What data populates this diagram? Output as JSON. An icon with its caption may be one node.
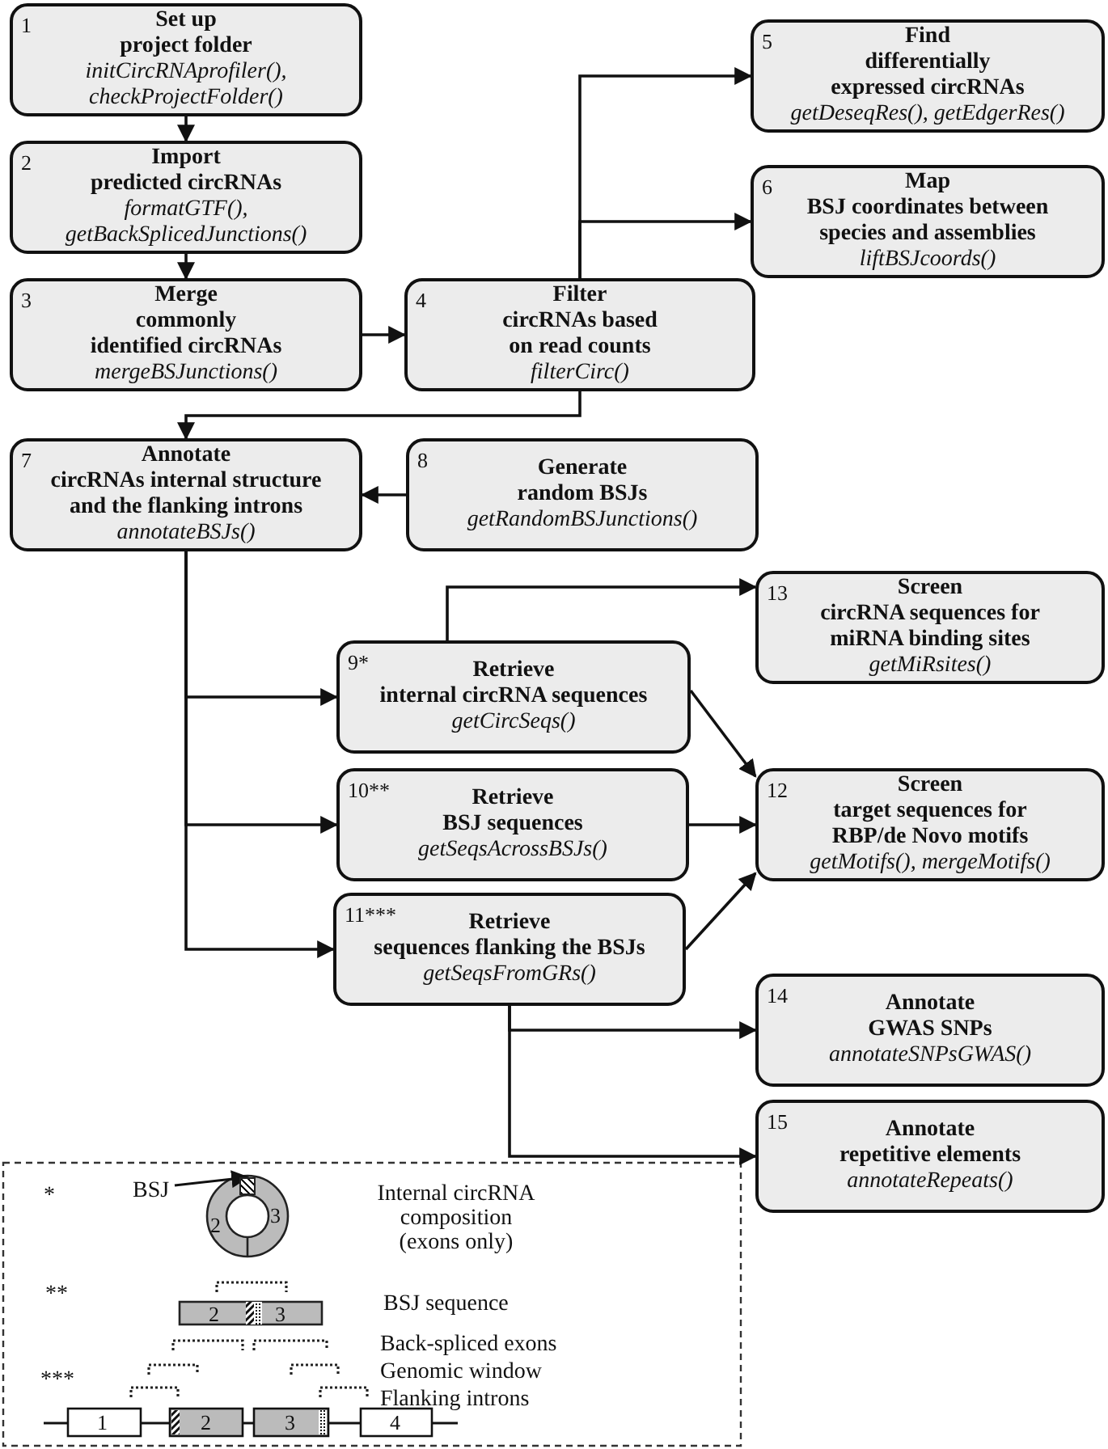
{
  "diagram": {
    "nodes": [
      {
        "text": [
          "1",
          "Set up",
          "project folder",
          "initCircRNAprofiler(), checkProjectFolder()"
        ]
      },
      {
        "text": [
          "2",
          "Import",
          "predicted circRNAs",
          "formatGTF(), getBackSplicedJunctions()"
        ]
      },
      {
        "text": [
          "3",
          "Merge",
          "commonly identified circRNAs",
          "mergeBSJunctions()"
        ]
      },
      {
        "text": [
          "4",
          "Filter",
          "circRNAs based on read counts",
          "filterCirc()"
        ]
      },
      {
        "text": [
          "5",
          "Find",
          "differentially expressed circRNAs",
          "getDeseqRes(), getEdgerRes()"
        ]
      },
      {
        "text": [
          "6",
          "Map",
          "BSJ coordinates between species and assemblies",
          "liftBSJcoords()"
        ]
      },
      {
        "text": [
          "7",
          "Annotate",
          "circRNAs internal structure and the flanking introns",
          "annotateBSJs()"
        ]
      },
      {
        "text": [
          "8",
          "Generate",
          "random BSJs",
          "getRandomBSJunctions()"
        ]
      },
      {
        "text": [
          "9*",
          "Retrieve",
          "internal circRNA sequences",
          "getCircSeqs()"
        ]
      },
      {
        "text": [
          "10**",
          "Retrieve",
          "BSJ sequences",
          "getSeqsAcrossBSJs()"
        ]
      },
      {
        "text": [
          "11***",
          "Retrieve",
          "sequences flanking the BSJs",
          "getSeqsFromGRs()"
        ]
      },
      {
        "text": [
          "12",
          "Screen",
          "target sequences for RBP/de Novo motifs",
          "getMotifs(), mergeMotifs()"
        ]
      },
      {
        "text": [
          "13",
          "Screen",
          "circRNA sequences for miRNA binding sites",
          "getMiRsites()"
        ]
      },
      {
        "text": [
          "14",
          "Annotate",
          "GWAS SNPs",
          "annotateSNPsGWAS()"
        ]
      },
      {
        "text": [
          "15",
          "Annotate",
          "repetitive elements",
          "annotateRepeats()"
        ]
      },
      {
        "text": [
          "BSJ"
        ]
      },
      {
        "text": [],
        "shape": "box"
      }
    ],
    "edges": [
      {
        "from": 0,
        "to": 1,
        "arrow": "to"
      },
      {
        "from": 1,
        "to": 2,
        "arrow": "to"
      },
      {
        "from": 2,
        "to": 3,
        "arrow": "to"
      },
      {
        "from": 3,
        "to": 4,
        "arrow": "to"
      },
      {
        "from": 3,
        "to": 5,
        "arrow": "to"
      },
      {
        "from": 3,
        "to": 6,
        "arrow": "to"
      },
      {
        "from": 7,
        "to": 6,
        "arrow": "to"
      },
      {
        "from": 6,
        "to": 8,
        "arrow": "to"
      },
      {
        "from": 6,
        "to": 9,
        "arrow": "to"
      },
      {
        "from": 6,
        "to": 10,
        "arrow": "to"
      },
      {
        "from": 8,
        "to": 12,
        "arrow": "to"
      },
      {
        "from": 8,
        "to": 11,
        "arrow": "to"
      },
      {
        "from": 9,
        "to": 11,
        "arrow": "to"
      },
      {
        "from": 10,
        "to": 11,
        "arrow": "to"
      },
      {
        "from": 10,
        "to": 13,
        "arrow": "to"
      },
      {
        "from": 10,
        "to": 14,
        "arrow": "to"
      },
      {
        "from": 15,
        "to": 16,
        "arrow": "to"
      }
    ],
    "labels": [
      "*",
      "2",
      "3",
      "Internal circRNA composition (exons only)",
      "**",
      "2",
      "3",
      "BSJ sequence",
      "Back-spliced exons",
      "Genomic window",
      "***",
      "Flanking introns",
      "1",
      "2",
      "3",
      "4"
    ]
  }
}
